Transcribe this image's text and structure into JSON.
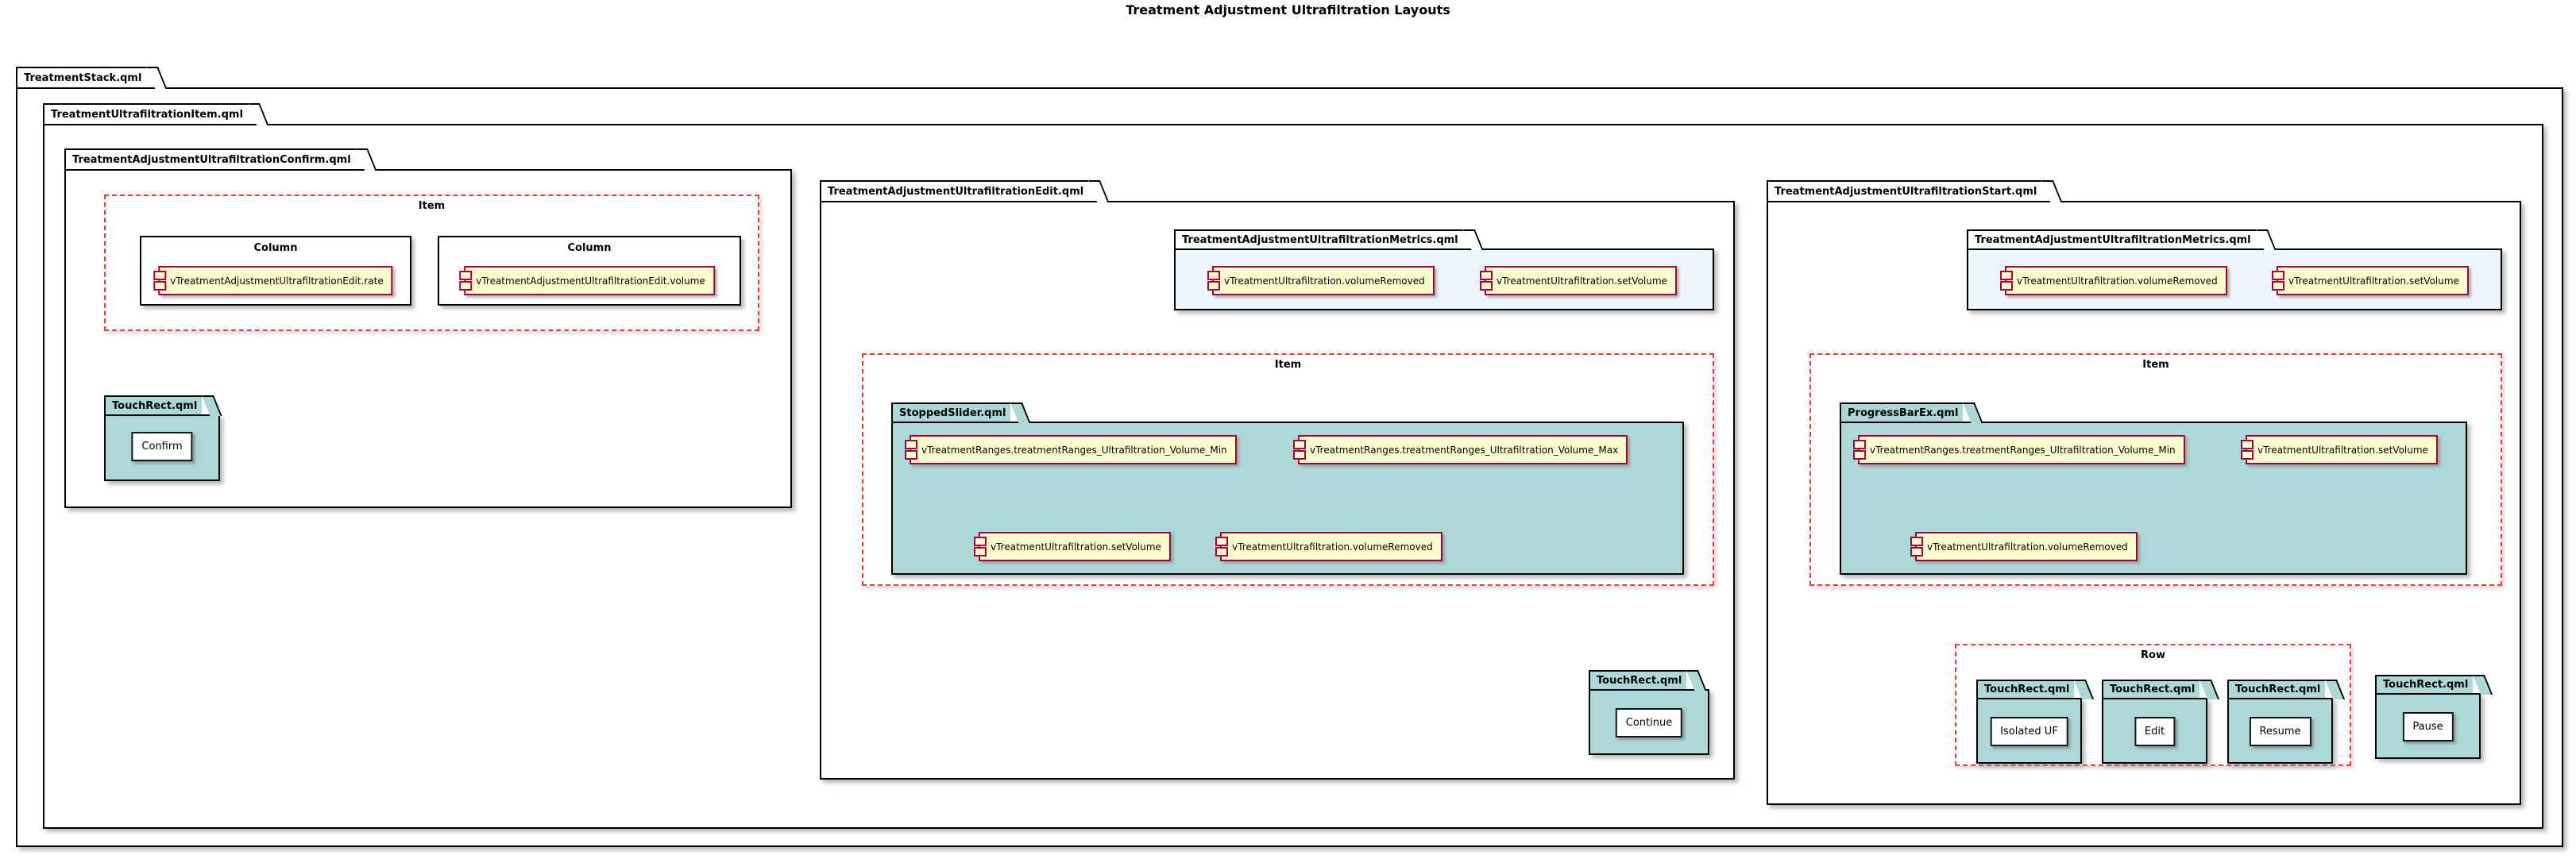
{
  "title": "Treatment Adjustment Ultrafiltration Layouts",
  "colors": {
    "package_teal": "#ADD8D8",
    "metrics_blue": "#EEF6FC",
    "component_fill": "#FEFECE",
    "component_border": "#A80036",
    "group_dashed_red": "#FF3333"
  },
  "packages": {
    "stack": {
      "label": "TreatmentStack.qml"
    },
    "item": {
      "label": "TreatmentUltrafiltrationItem.qml"
    },
    "confirm": {
      "label": "TreatmentAdjustmentUltrafiltrationConfirm.qml",
      "item_group": {
        "label": "Item",
        "columns": [
          {
            "label": "Column",
            "component": "vTreatmentAdjustmentUltrafiltrationEdit.rate"
          },
          {
            "label": "Column",
            "component": "vTreatmentAdjustmentUltrafiltrationEdit.volume"
          }
        ]
      },
      "touchrect": {
        "label": "TouchRect.qml",
        "button": "Confirm"
      }
    },
    "edit": {
      "label": "TreatmentAdjustmentUltrafiltrationEdit.qml",
      "metrics": {
        "label": "TreatmentAdjustmentUltrafiltrationMetrics.qml",
        "components": [
          "vTreatmentUltrafiltration.volumeRemoved",
          "vTreatmentUltrafiltration.setVolume"
        ]
      },
      "item_group": {
        "label": "Item",
        "slider": {
          "label": "StoppedSlider.qml",
          "components": [
            "vTreatmentRanges.treatmentRanges_Ultrafiltration_Volume_Min",
            "vTreatmentRanges.treatmentRanges_Ultrafiltration_Volume_Max",
            "vTreatmentUltrafiltration.setVolume",
            "vTreatmentUltrafiltration.volumeRemoved"
          ]
        }
      },
      "touchrect": {
        "label": "TouchRect.qml",
        "button": "Continue"
      }
    },
    "start": {
      "label": "TreatmentAdjustmentUltrafiltrationStart.qml",
      "metrics": {
        "label": "TreatmentAdjustmentUltrafiltrationMetrics.qml",
        "components": [
          "vTreatmentUltrafiltration.volumeRemoved",
          "vTreatmentUltrafiltration.setVolume"
        ]
      },
      "item_group": {
        "label": "Item",
        "progressbar": {
          "label": "ProgressBarEx.qml",
          "components": [
            "vTreatmentRanges.treatmentRanges_Ultrafiltration_Volume_Min",
            "vTreatmentUltrafiltration.setVolume",
            "vTreatmentUltrafiltration.volumeRemoved"
          ]
        }
      },
      "row_group": {
        "label": "Row",
        "touchrects": [
          {
            "label": "TouchRect.qml",
            "button": "Isolated UF"
          },
          {
            "label": "TouchRect.qml",
            "button": "Edit"
          },
          {
            "label": "TouchRect.qml",
            "button": "Resume"
          }
        ]
      },
      "pause_touchrect": {
        "label": "TouchRect.qml",
        "button": "Pause"
      }
    }
  }
}
